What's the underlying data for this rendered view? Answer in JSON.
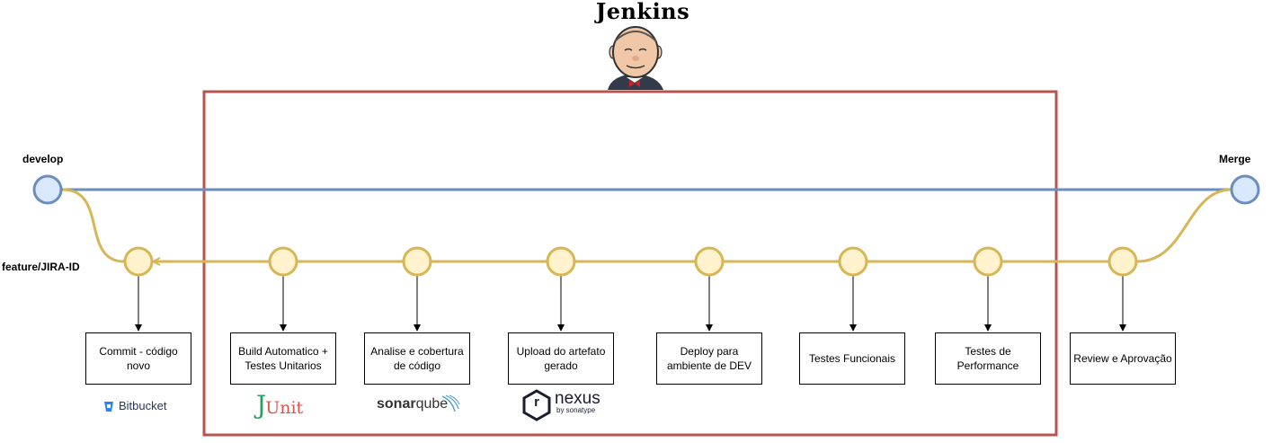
{
  "title": "Jenkins",
  "labels": {
    "develop": "develop",
    "merge": "Merge",
    "feature": "feature/JIRA-ID"
  },
  "steps": [
    {
      "label": "Commit - código novo",
      "tool": "Bitbucket"
    },
    {
      "label": "Build Automatico + Testes Unitarios",
      "tool": "JUnit"
    },
    {
      "label": "Analise e cobertura de código",
      "tool": "sonarqube"
    },
    {
      "label": "Upload do artefato gerado",
      "tool": "nexus by sonatype"
    },
    {
      "label": "Deploy para ambiente de DEV",
      "tool": ""
    },
    {
      "label": "Testes Funcionais",
      "tool": ""
    },
    {
      "label": "Testes de Performance",
      "tool": ""
    },
    {
      "label": "Review e Aprovação",
      "tool": ""
    }
  ],
  "logos": {
    "bitbucket": "Bitbucket",
    "junit_j": "J",
    "junit_unit": "Unit",
    "sonar_a": "sonar",
    "sonar_b": "qube",
    "nexus_mark": "r",
    "nexus_word": "nexus",
    "nexus_by": "by sonatype"
  },
  "colors": {
    "develop_line": "#6c8ebf",
    "develop_fill": "#dae8fc",
    "feature_line": "#d6b656",
    "feature_fill": "#fff2cc",
    "jenkins_frame": "#b85450"
  }
}
